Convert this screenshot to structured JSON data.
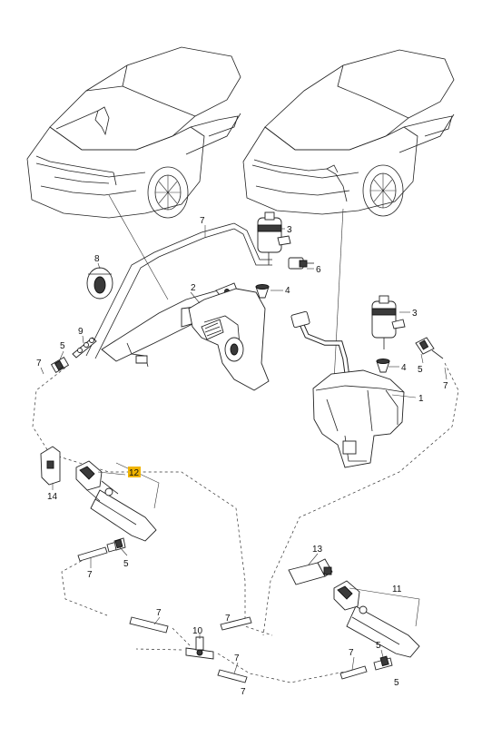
{
  "callouts": [
    {
      "id": "c1",
      "text": "1",
      "highlight": false
    },
    {
      "id": "c2",
      "text": "2",
      "highlight": false
    },
    {
      "id": "c3a",
      "text": "3",
      "highlight": false
    },
    {
      "id": "c3b",
      "text": "3",
      "highlight": false
    },
    {
      "id": "c4a",
      "text": "4",
      "highlight": false
    },
    {
      "id": "c4b",
      "text": "4",
      "highlight": false
    },
    {
      "id": "c5a",
      "text": "5",
      "highlight": false
    },
    {
      "id": "c5b",
      "text": "5",
      "highlight": false
    },
    {
      "id": "c5c",
      "text": "5",
      "highlight": false
    },
    {
      "id": "c5d",
      "text": "5",
      "highlight": false
    },
    {
      "id": "c5e",
      "text": "5",
      "highlight": false
    },
    {
      "id": "c6",
      "text": "6",
      "highlight": false
    },
    {
      "id": "c7a",
      "text": "7",
      "highlight": false
    },
    {
      "id": "c7b",
      "text": "7",
      "highlight": false
    },
    {
      "id": "c7c",
      "text": "7",
      "highlight": false
    },
    {
      "id": "c7d",
      "text": "7",
      "highlight": false
    },
    {
      "id": "c7e",
      "text": "7",
      "highlight": false
    },
    {
      "id": "c7f",
      "text": "7",
      "highlight": false
    },
    {
      "id": "c7g",
      "text": "7",
      "highlight": false
    },
    {
      "id": "c7h",
      "text": "7",
      "highlight": false
    },
    {
      "id": "c7i",
      "text": "7",
      "highlight": false
    },
    {
      "id": "c8",
      "text": "8",
      "highlight": false
    },
    {
      "id": "c9",
      "text": "9",
      "highlight": false
    },
    {
      "id": "c10",
      "text": "10",
      "highlight": false
    },
    {
      "id": "c11",
      "text": "11",
      "highlight": false
    },
    {
      "id": "c12",
      "text": "12",
      "highlight": true
    },
    {
      "id": "c13",
      "text": "13",
      "highlight": false
    },
    {
      "id": "c14",
      "text": "14",
      "highlight": false
    }
  ],
  "colors": {
    "line": "#222222",
    "highlight": "#f0b400",
    "background": "#ffffff"
  }
}
